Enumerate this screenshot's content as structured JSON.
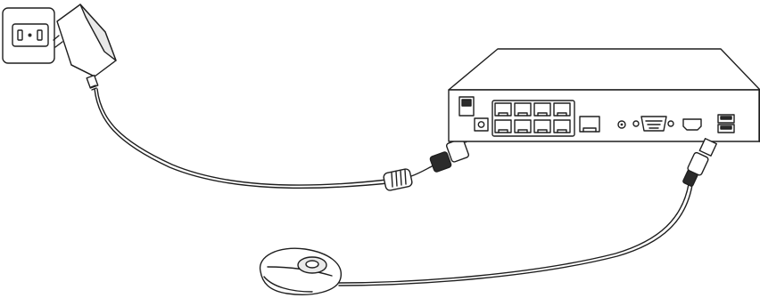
{
  "diagram": {
    "type": "device-connection-illustration",
    "components": [
      {
        "id": "wall-outlet",
        "icon": "outlet-icon"
      },
      {
        "id": "power-adapter",
        "icon": "power-adapter-icon"
      },
      {
        "id": "nvr-recorder",
        "icon": "nvr-icon",
        "poe_ports": 8,
        "lan_ports": 1,
        "vga_ports": 1,
        "hdmi_ports": 1,
        "usb_ports": 2
      },
      {
        "id": "usb-mouse",
        "icon": "mouse-icon"
      }
    ],
    "connections": [
      {
        "from": "power-adapter",
        "to": "nvr-recorder",
        "via": "power-cable"
      },
      {
        "from": "usb-mouse",
        "to": "nvr-recorder",
        "via": "usb-cable"
      }
    ],
    "colors": {
      "stroke": "#1f1f1f",
      "background": "#ffffff"
    }
  }
}
